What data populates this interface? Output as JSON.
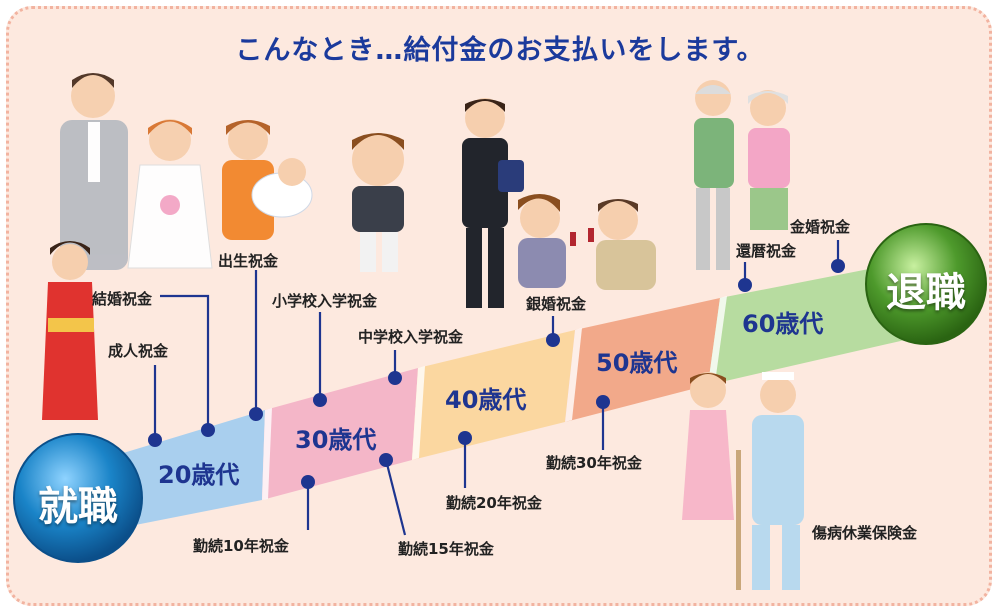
{
  "title": "こんなとき…給付金のお支払いをします。",
  "start_label": "就職",
  "end_label": "退職",
  "ages": [
    "20歳代",
    "30歳代",
    "40歳代",
    "50歳代",
    "60歳代"
  ],
  "events": {
    "seijin": "成人祝金",
    "kekkon": "結婚祝金",
    "shussei": "出生祝金",
    "shogaku": "小学校入学祝金",
    "chugaku": "中学校入学祝金",
    "ginkon": "銀婚祝金",
    "kanreki": "還暦祝金",
    "kinkon": "金婚祝金",
    "kinzoku10": "勤続10年祝金",
    "kinzoku15": "勤続15年祝金",
    "kinzoku20": "勤続20年祝金",
    "kinzoku30": "勤続30年祝金",
    "shobyo": "傷病休業保険金"
  },
  "colors": {
    "title": "#1b3a9c",
    "background": "#fde9df",
    "border": "#f2b3a0",
    "band_20s": "#a9cfee",
    "band_30s": "#f4b6c8",
    "band_40s": "#fbd7a0",
    "band_50s": "#f2a98a",
    "band_60s": "#b7dca0",
    "marker": "#1e3590",
    "start_circle": "#1a84c8",
    "end_circle": "#4e9a2c"
  }
}
